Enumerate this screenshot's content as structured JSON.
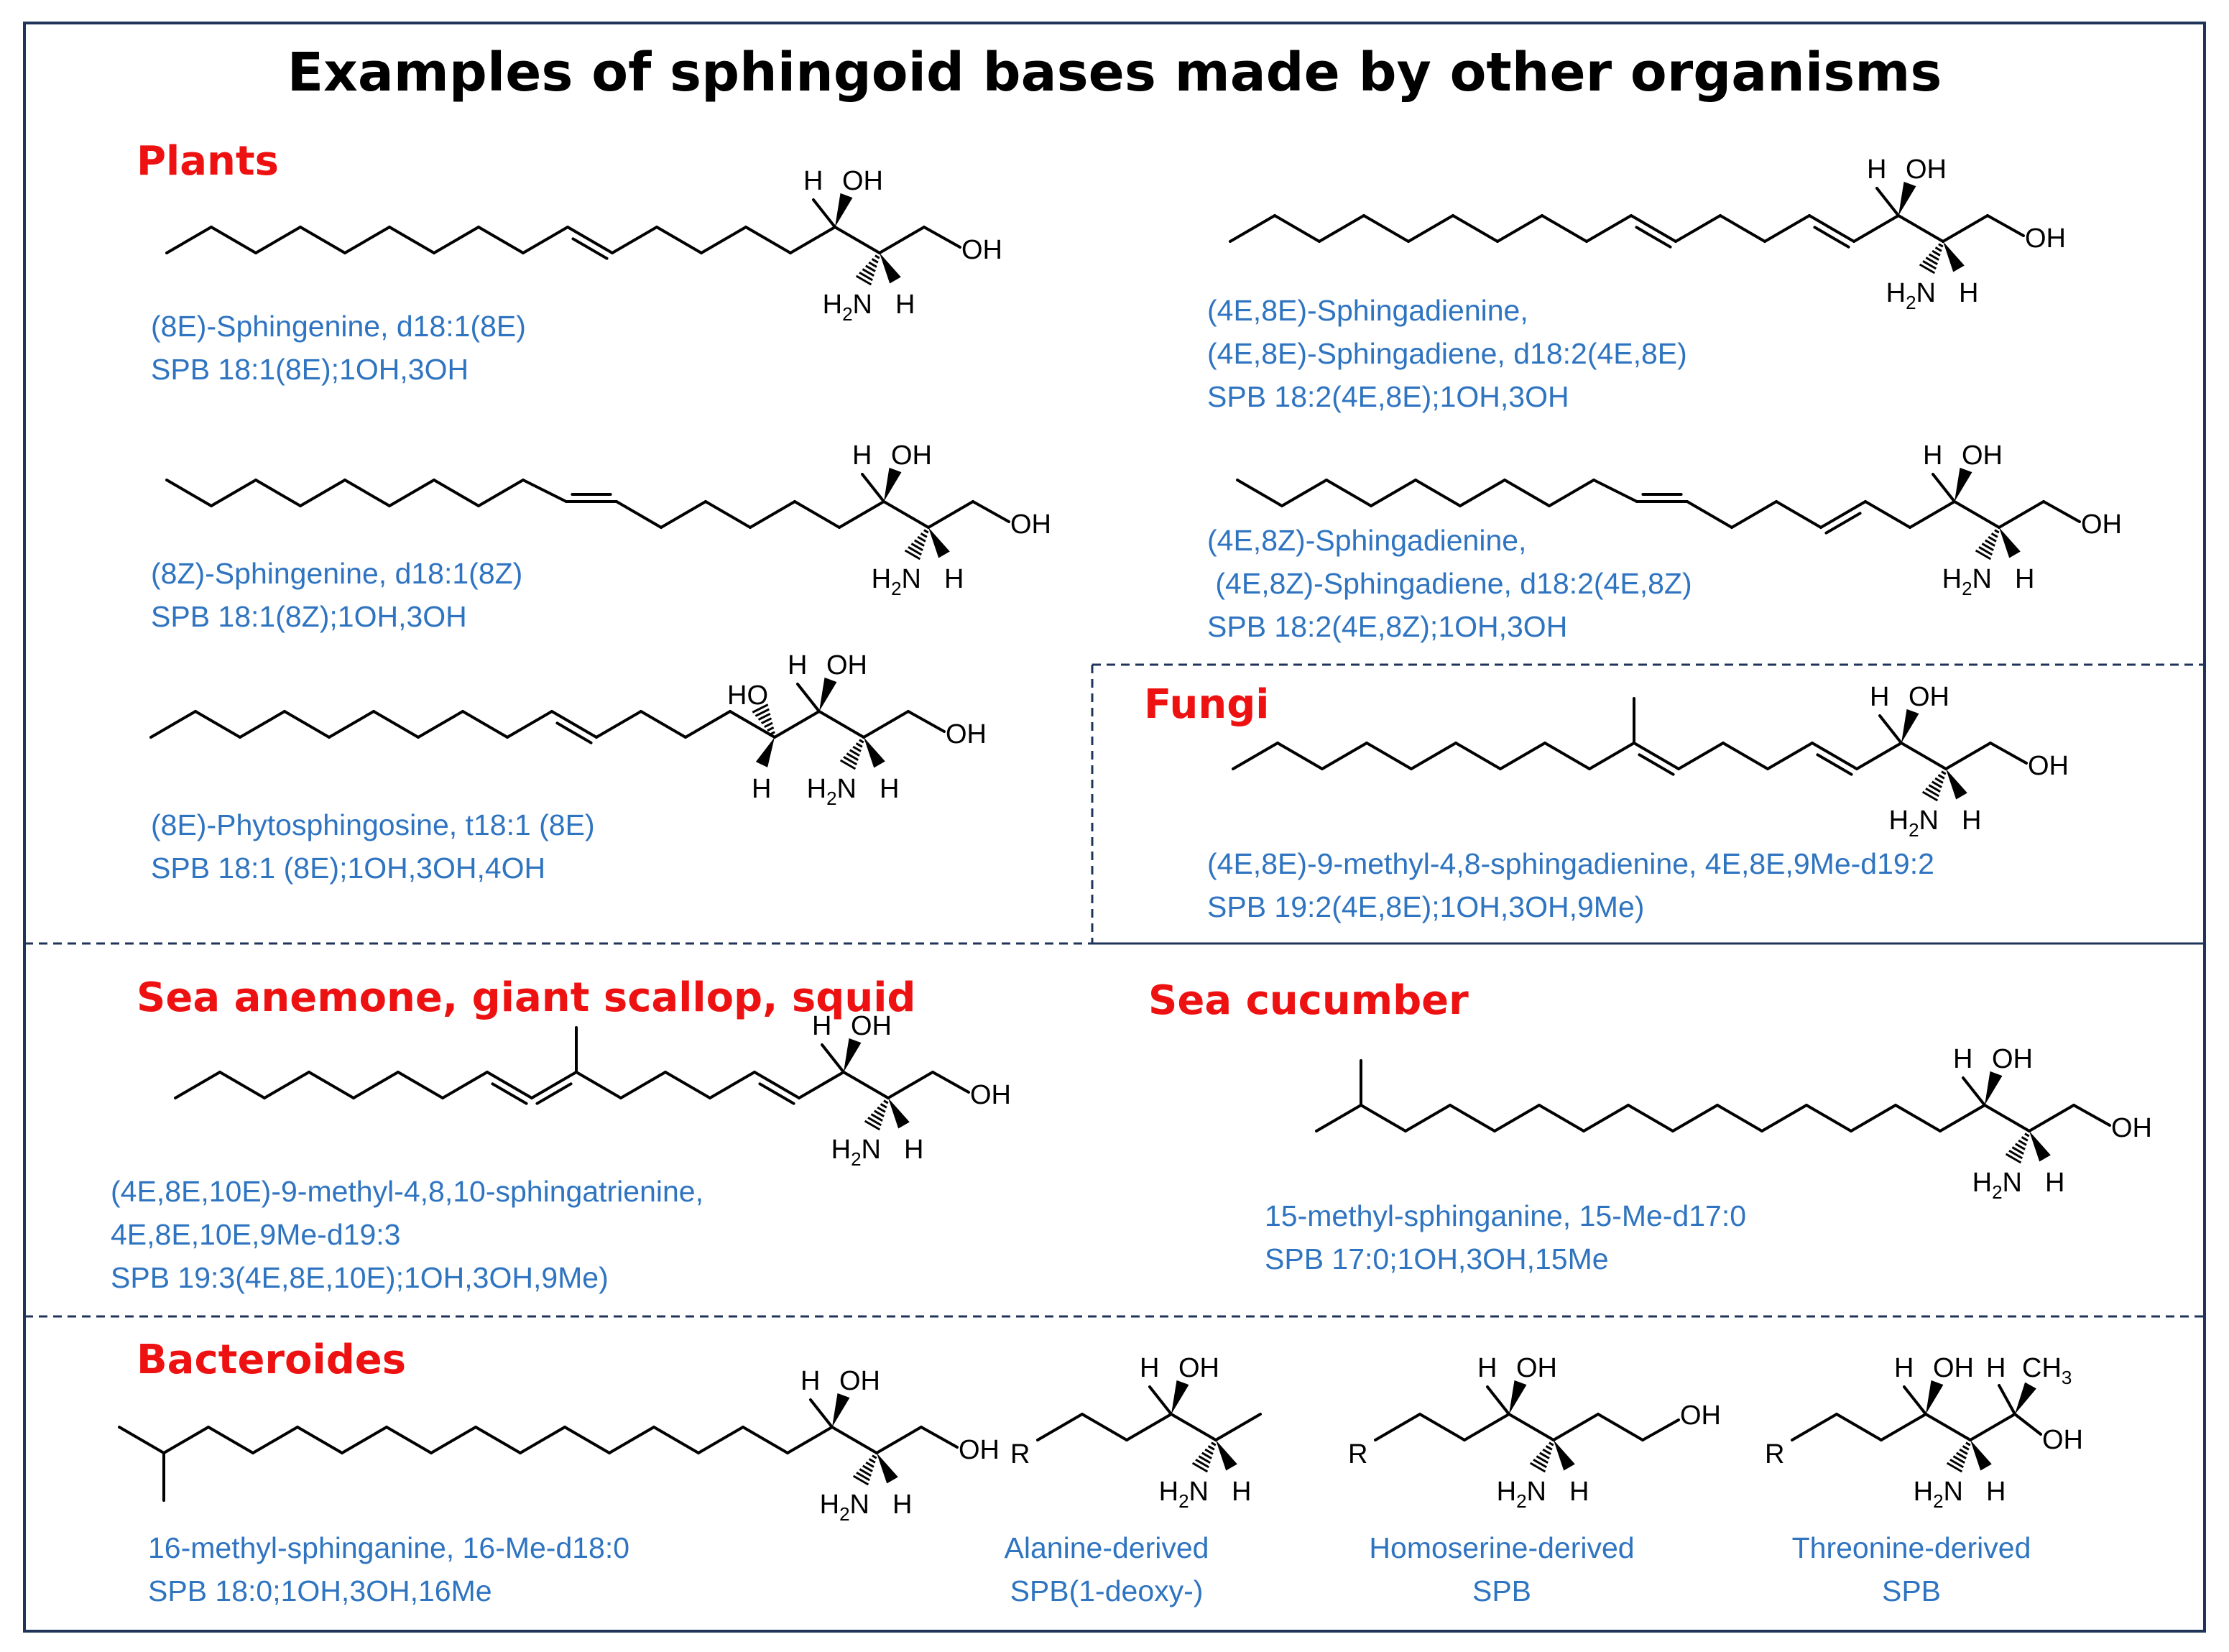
{
  "title": "Examples of sphingoid bases made by other organisms",
  "sections": {
    "plants": "Plants",
    "fungi": "Fungi",
    "marine": "Sea anemone, giant scallop, squid",
    "sea_cucumber": "Sea cucumber",
    "bacteroides": "Bacteroides"
  },
  "atoms": {
    "h": "H",
    "oh": "OH",
    "ho": "HO",
    "n": "N",
    "h2_sub": "2",
    "r": "R",
    "ch": "CH",
    "ch3_sub": "3"
  },
  "compounds": {
    "p1": {
      "line1": "(8E)-Sphingenine, d18:1(8E)",
      "line2": "SPB 18:1(8E);1OH,3OH"
    },
    "p2": {
      "line1": "(8Z)-Sphingenine, d18:1(8Z)",
      "line2": "SPB 18:1(8Z);1OH,3OH"
    },
    "p3": {
      "line1": "(8E)-Phytosphingosine, t18:1 (8E)",
      "line2": "SPB 18:1 (8E);1OH,3OH,4OH"
    },
    "p4": {
      "line1": "(4E,8E)-Sphingadienine,",
      "line2": "(4E,8E)-Sphingadiene, d18:2(4E,8E)",
      "line3": "SPB 18:2(4E,8E);1OH,3OH"
    },
    "p5": {
      "line1": "(4E,8Z)-Sphingadienine,",
      "line2": " (4E,8Z)-Sphingadiene, d18:2(4E,8Z)",
      "line3": "SPB 18:2(4E,8Z);1OH,3OH"
    },
    "f1": {
      "line1": "(4E,8E)-9-methyl-4,8-sphingadienine, 4E,8E,9Me-d19:2",
      "line2": "SPB 19:2(4E,8E);1OH,3OH,9Me)"
    },
    "m1": {
      "line1": "(4E,8E,10E)-9-methyl-4,8,10-sphingatrienine,",
      "line2": "4E,8E,10E,9Me-d19:3",
      "line3": "SPB 19:3(4E,8E,10E);1OH,3OH,9Me)"
    },
    "c1": {
      "line1": "15-methyl-sphinganine, 15-Me-d17:0",
      "line2": "SPB 17:0;1OH,3OH,15Me"
    },
    "b1": {
      "line1": "16-methyl-sphinganine, 16-Me-d18:0",
      "line2": "SPB 18:0;1OH,3OH,16Me"
    },
    "b2": {
      "line1": "Alanine-derived",
      "line2": "SPB(1-deoxy-)"
    },
    "b3": {
      "line1": "Homoserine-derived",
      "line2": "SPB"
    },
    "b4": {
      "line1": "Threonine-derived",
      "line2": "SPB"
    }
  },
  "colors": {
    "section_heading": "#ee1111",
    "label_text": "#2f74c0",
    "frame": "#1f3458",
    "bond": "#000000"
  }
}
